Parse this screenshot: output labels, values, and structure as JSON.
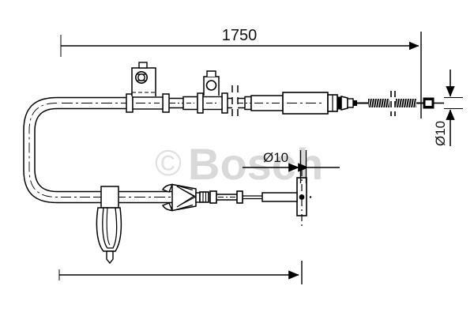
{
  "document": {
    "kind": "technical-drawing",
    "subject": "Handbrake cable assembly",
    "background_color": "#ffffff",
    "line_color": "#000000"
  },
  "watermark": {
    "copyright_symbol": "©",
    "brand": "Bosch",
    "color": "#d9d9d9"
  },
  "dimensions": {
    "overall_length": {
      "label": "1750",
      "name": "overall-length-dimension",
      "orientation": "horizontal",
      "position": "top"
    },
    "right_diameter": {
      "label": "Ø10",
      "name": "right-end-diameter",
      "orientation": "vertical-rotated",
      "position": "right"
    },
    "mid_diameter": {
      "label": "Ø10",
      "name": "mid-branch-diameter",
      "orientation": "horizontal",
      "position": "center"
    },
    "branch_length": {
      "label": "",
      "name": "branch-length-dimension",
      "orientation": "horizontal",
      "position": "bottom"
    }
  },
  "components": {
    "sheath_upper": "upper-cable-sheath",
    "sheath_lower": "lower-cable-sheath",
    "bend": "cable-u-bend",
    "bracket_large": "large-mounting-bracket",
    "bracket_small": "small-mounting-bracket",
    "adjuster_sleeve": "adjuster-sleeve",
    "threaded_rod": "threaded-adjuster-rod",
    "spring_left": "return-spring-left",
    "spring_right": "return-spring-right",
    "end_fitting": "cable-end-fitting",
    "clip": "retaining-clip",
    "boot": "rubber-boot",
    "ferrule": "ferrule",
    "anchor_plate": "anchor-plate",
    "terminal_plate": "terminal-plate"
  }
}
